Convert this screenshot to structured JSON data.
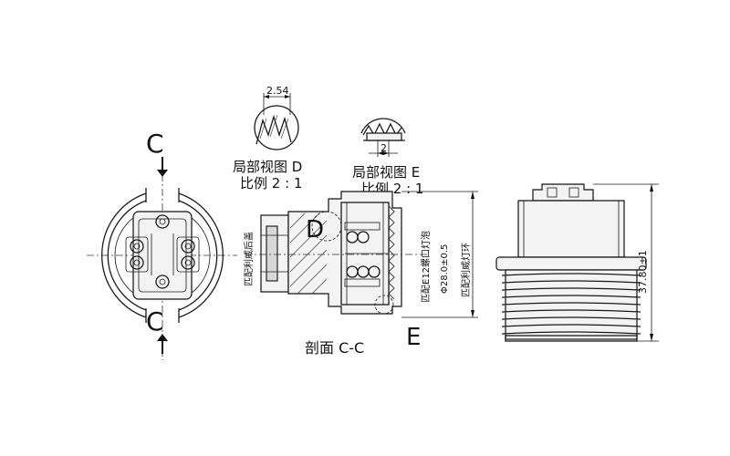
{
  "section_marks": {
    "top": "C",
    "bottom": "C"
  },
  "detail_d": {
    "dimension": "2.54",
    "title": "局部视图 D",
    "scale": "比例 2 : 1"
  },
  "detail_e": {
    "dimension": "2",
    "title": "局部视图 E",
    "scale": "比例 2 : 1"
  },
  "section_view": {
    "marker_d": "D",
    "marker_e": "E",
    "caption": "剖面 C-C",
    "label_left": "匹配利威后盖",
    "label_thread": "匹配E12螺口灯泡",
    "label_diameter": "Φ28.0±0.5",
    "label_ring": "匹配利威灯环"
  },
  "side_view": {
    "height_dimension": "37.80±1"
  }
}
